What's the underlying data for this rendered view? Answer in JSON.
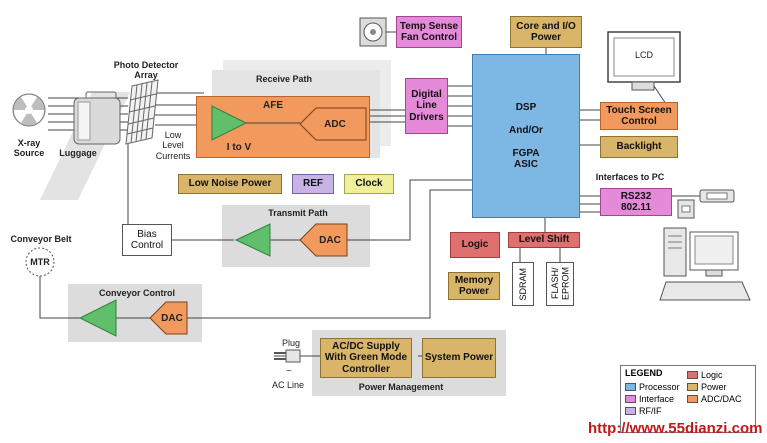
{
  "labels": {
    "photo_detector": "Photo Detector\nArray",
    "xray_source": "X-ray\nSource",
    "luggage": "Luggage",
    "low_level_currents": "Low\nLevel\nCurrents",
    "receive_path": "Receive Path",
    "afe": "AFE",
    "i_to_v": "I to V",
    "adc": "ADC",
    "digital_line_drivers": "Digital\nLine\nDrivers",
    "dsp_block": "DSP\n\nAnd/Or\n\nFGPA\nASIC",
    "temp_sense": "Temp Sense\nFan Control",
    "core_io_power": "Core and I/O\nPower",
    "lcd": "LCD",
    "touch_screen": "Touch Screen\nControl",
    "backlight": "Backlight",
    "interfaces_to_pc": "Interfaces to PC",
    "rs232": "RS232\n802.11",
    "low_noise_power": "Low Noise Power",
    "ref": "REF",
    "clock": "Clock",
    "bias_control": "Bias\nControl",
    "transmit_path": "Transmit Path",
    "dac_transmit": "DAC",
    "logic": "Logic",
    "level_shift": "Level Shift",
    "memory_power": "Memory\nPower",
    "sdram": "SDRAM",
    "flash_eprom": "FLASH/\nEPROM",
    "conveyor_belt": "Conveyor Belt",
    "mtr": "MTR",
    "conveyor_control": "Conveyor Control",
    "dac_conveyor": "DAC",
    "plug": "Plug",
    "ac_line": "AC Line",
    "acdc_supply": "AC/DC Supply\nWith Green Mode\nController",
    "system_power": "System Power",
    "power_management": "Power Management"
  },
  "legend": {
    "title": "LEGEND",
    "items": [
      {
        "label": "Processor",
        "color": "#7db7e4"
      },
      {
        "label": "Interface",
        "color": "#e58ad9"
      },
      {
        "label": "RF/IF",
        "color": "#c7b3e6"
      },
      {
        "label": "Logic",
        "color": "#e07070"
      },
      {
        "label": "Power",
        "color": "#d9b56a"
      },
      {
        "label": "ADC/DAC",
        "color": "#f29a5e"
      }
    ]
  },
  "watermark": "http://www.55dianzi.com"
}
